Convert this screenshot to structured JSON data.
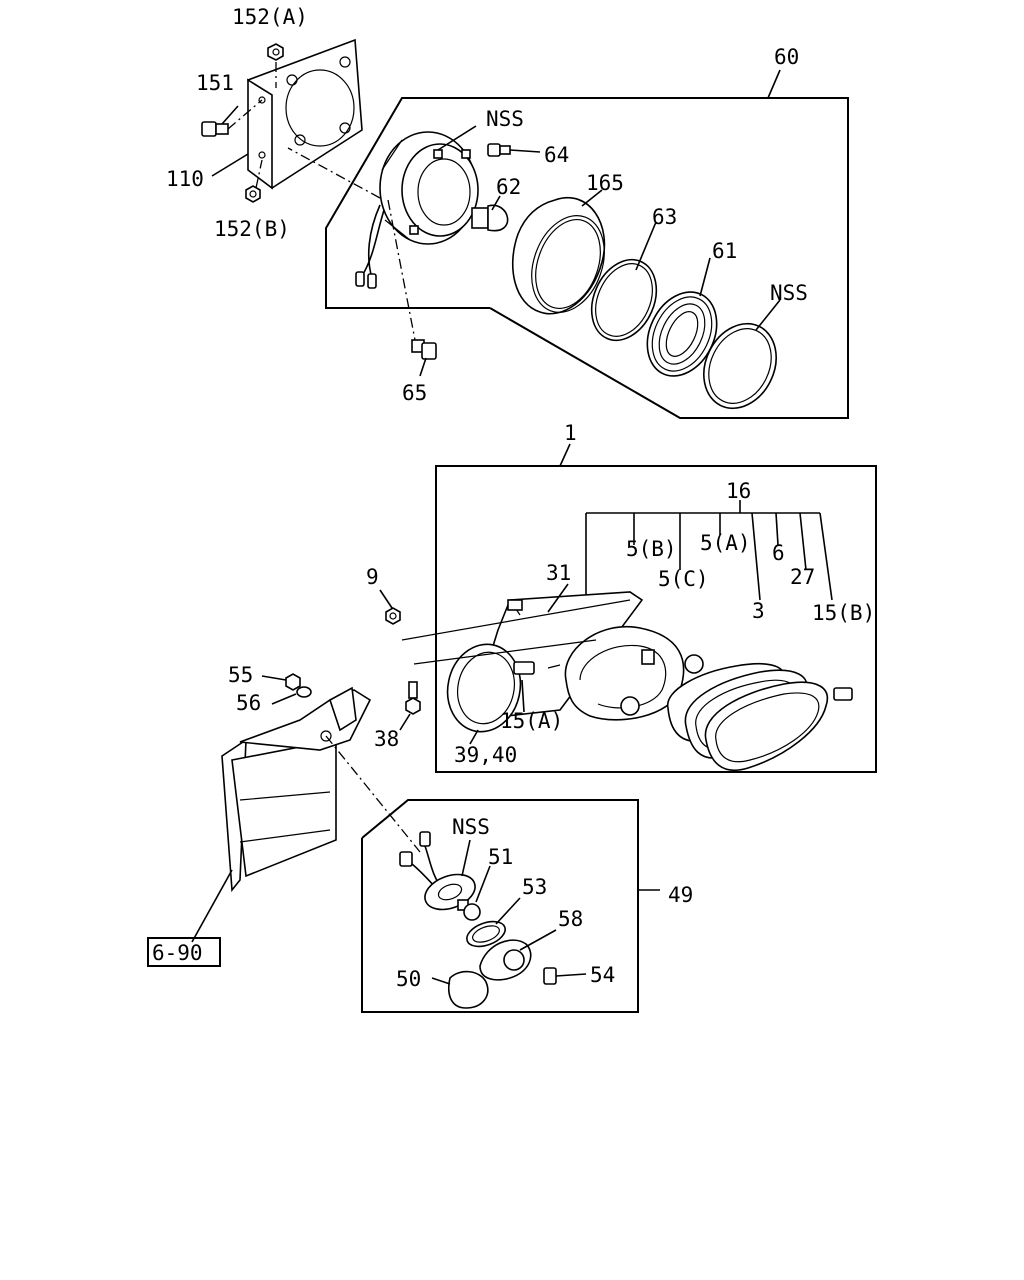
{
  "labels": {
    "l152a": "152(A)",
    "l151": "151",
    "l110": "110",
    "l152b": "152(B)",
    "l60": "60",
    "lnss1": "NSS",
    "l64": "64",
    "l62": "62",
    "l165": "165",
    "l63": "63",
    "l61": "61",
    "lnss2": "NSS",
    "l65": "65",
    "l1": "1",
    "l16": "16",
    "l5b": "5(B)",
    "l5a": "5(A)",
    "l6": "6",
    "l5c": "5(C)",
    "l27": "27",
    "l31": "31",
    "l3": "3",
    "l15b": "15(B)",
    "l9": "9",
    "l55": "55",
    "l56": "56",
    "l15a": "15(A)",
    "l38": "38",
    "l3940": "39,40",
    "lnss3": "NSS",
    "l51": "51",
    "l53": "53",
    "l49": "49",
    "l58": "58",
    "l54": "54",
    "l50": "50",
    "l690": "6-90"
  }
}
